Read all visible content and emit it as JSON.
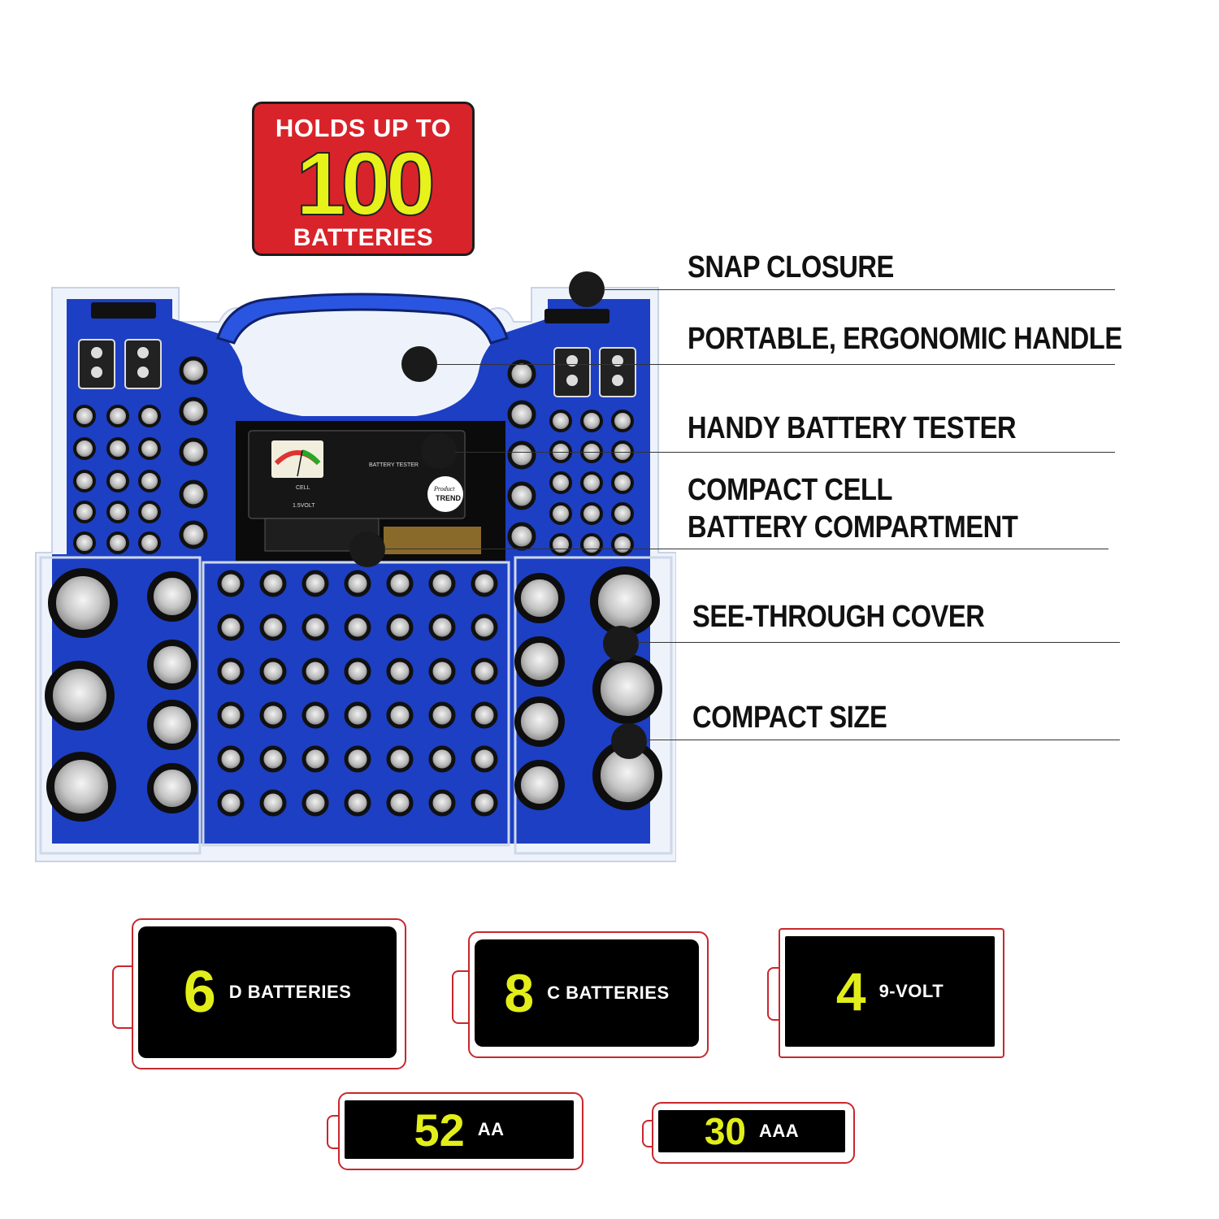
{
  "badge": {
    "line1": "HOLDS UP TO",
    "line2": "100",
    "line3": "BATTERIES",
    "bg_color": "#d9232a",
    "accent_color": "#e6f219"
  },
  "callouts": [
    {
      "label": "SNAP CLOSURE"
    },
    {
      "label": "PORTABLE, ERGONOMIC HANDLE"
    },
    {
      "label": "HANDY BATTERY TESTER"
    },
    {
      "label": "COMPACT CELL",
      "label2": "BATTERY COMPARTMENT"
    },
    {
      "label": "SEE-THROUGH COVER"
    },
    {
      "label": "COMPACT SIZE"
    }
  ],
  "tester": {
    "title": "BATTERY TESTER",
    "volt": "1.5VOLT",
    "cell": "CELL",
    "brand1": "Product",
    "brand2": "TREND"
  },
  "counts": [
    {
      "number": "6",
      "label": "D  BATTERIES"
    },
    {
      "number": "8",
      "label": "C  BATTERIES"
    },
    {
      "number": "4",
      "label": "9-VOLT"
    },
    {
      "number": "52",
      "label": "AA"
    },
    {
      "number": "30",
      "label": "AAA"
    }
  ],
  "colors": {
    "case_blue": "#1d3fc4",
    "tile_border": "#c9272d",
    "number_yellow": "#e2ee19"
  }
}
